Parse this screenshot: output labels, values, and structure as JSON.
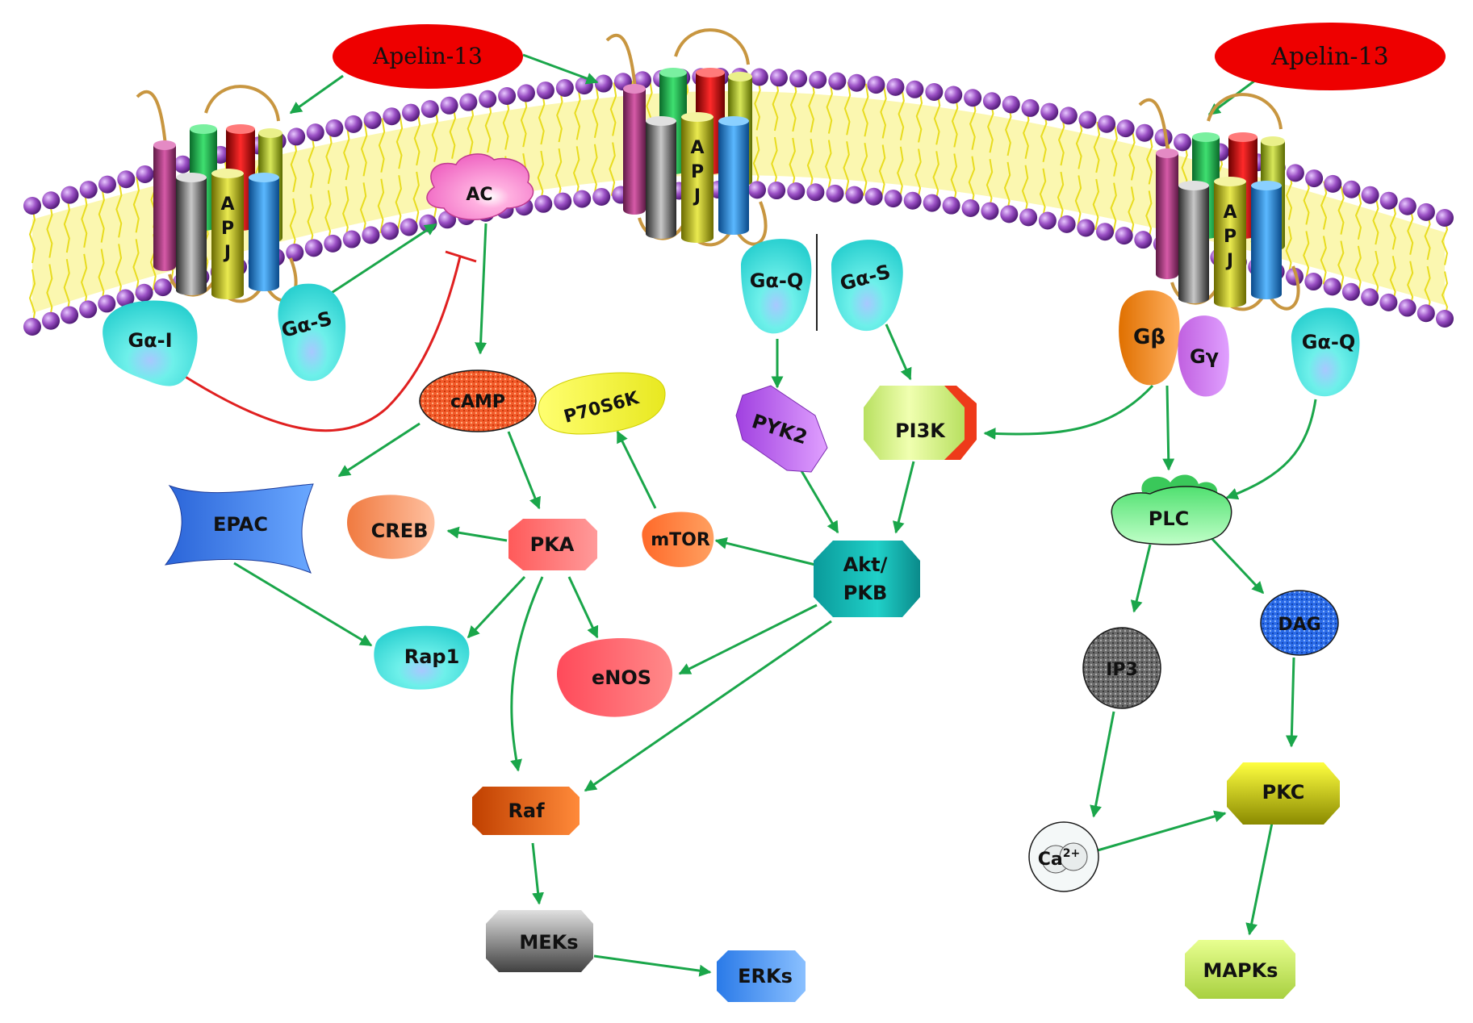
{
  "ligands": {
    "left": "Apelin-13",
    "right": "Apelin-13"
  },
  "receptor": {
    "name_letters": [
      "A",
      "P",
      "J"
    ]
  },
  "g_proteins": {
    "gai": "Gα-I",
    "gas_left": "Gα-S",
    "gaq_center": "Gα-Q",
    "gas_center": "Gα-S",
    "gb": "Gβ",
    "gg": "Gγ",
    "gaq_right": "Gα-Q"
  },
  "nodes": {
    "ac": "AC",
    "camp": "cAMP",
    "p70s6k": "P70S6K",
    "epac": "EPAC",
    "creb": "CREB",
    "pka": "PKA",
    "mtor": "mTOR",
    "rap1": "Rap1",
    "enos": "eNOS",
    "pyk2": "PYK2",
    "pi3k": "PI3K",
    "akt_line1": "Akt/",
    "akt_line2": "PKB",
    "raf": "Raf",
    "meks": "MEKs",
    "erks": "ERKs",
    "plc": "PLC",
    "dag": "DAG",
    "ip3": "IP3",
    "pkc": "PKC",
    "ca_base": "Ca",
    "ca_sup": "2+",
    "mapks": "MAPKs"
  },
  "colors": {
    "ligand": "#ee0000",
    "arrow": "#1aa64a",
    "inhibit": "#e02020",
    "lipid_head": "#8a3fb0",
    "lipid_tail": "#f2ea2a"
  }
}
